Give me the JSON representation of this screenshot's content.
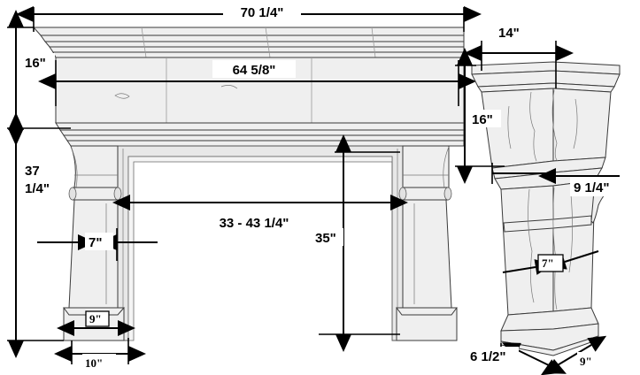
{
  "drawing": {
    "title": "Fireplace Mantel Dimensioned Drawing",
    "units": "inches",
    "colors": {
      "line": "#000000",
      "stone_fill": "#efefef",
      "stone_shadow": "#cfcfcf",
      "background": "#ffffff"
    }
  },
  "front_view": {
    "name": "mantel-front-elevation",
    "dimensions": {
      "overall_width": "70 1/4\"",
      "shelf_frieze_width": "64 5/8\"",
      "header_height": "16\"",
      "leg_height": "37 1/4\"",
      "opening_width": "33 - 43 1/4\"",
      "opening_height": "35\"",
      "leg_face_width": "7\"",
      "base_width": "9\"",
      "base_depth_width": "10\""
    }
  },
  "detail_view": {
    "name": "corbel-detail",
    "dimensions": {
      "capital_width": "14\"",
      "capital_height": "16\"",
      "corbel_projection": "9 1/4\"",
      "shaft_face": "7\"",
      "base_front": "6 1/2\"",
      "base_side": "9\""
    }
  },
  "labels": [
    {
      "id": "overall-width",
      "text": "70 1/4\""
    },
    {
      "id": "frieze-width",
      "text": "64 5/8\""
    },
    {
      "id": "header-height",
      "text": "16\""
    },
    {
      "id": "leg-height-line1",
      "text": "37"
    },
    {
      "id": "leg-height-line2",
      "text": "1/4\""
    },
    {
      "id": "opening-width",
      "text": "33 - 43 1/4\""
    },
    {
      "id": "opening-height",
      "text": "35\""
    },
    {
      "id": "leg-face-width",
      "text": "7\""
    },
    {
      "id": "base-width",
      "text": "9\""
    },
    {
      "id": "base-outer-width",
      "text": "10\""
    },
    {
      "id": "corbel-capital-width",
      "text": "14\""
    },
    {
      "id": "corbel-capital-height",
      "text": "16\""
    },
    {
      "id": "corbel-projection",
      "text": "9 1/4\""
    },
    {
      "id": "corbel-shaft-face",
      "text": "7\""
    },
    {
      "id": "corbel-base-front",
      "text": "6 1/2\""
    },
    {
      "id": "corbel-base-side",
      "text": "9\""
    }
  ]
}
